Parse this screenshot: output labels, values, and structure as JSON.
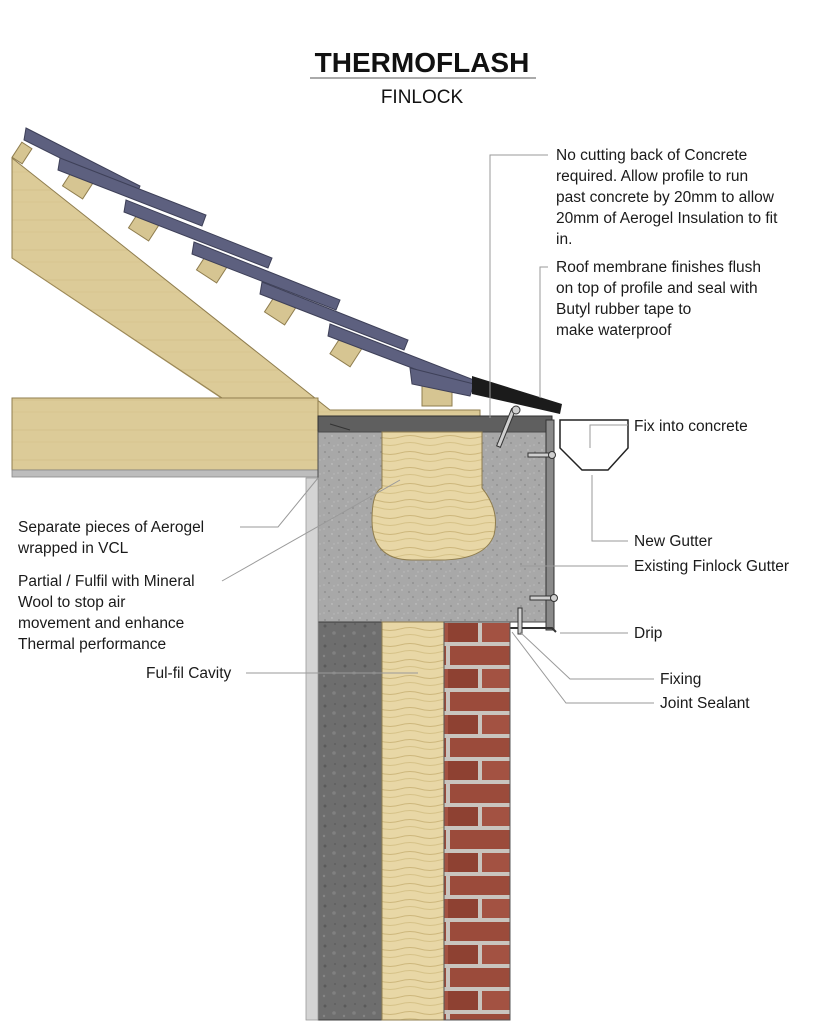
{
  "title": "THERMOFLASH",
  "subtitle": "FINLOCK",
  "notes": {
    "concrete_note": [
      "No cutting back of Concrete",
      "required. Allow profile to run",
      "past concrete by 20mm to allow",
      "20mm of Aerogel Insulation to fit",
      "in."
    ],
    "membrane_note": [
      "Roof membrane finishes flush",
      "on top of profile and seal with",
      "Butyl rubber tape to",
      "make waterproof"
    ],
    "fix_concrete": "Fix into concrete",
    "new_gutter": "New Gutter",
    "existing_gutter": "Existing Finlock Gutter",
    "drip": "Drip",
    "fixing": "Fixing",
    "joint_sealant": "Joint Sealant",
    "aerogel_note": [
      "Separate pieces of Aerogel",
      "wrapped in VCL"
    ],
    "mineral_note": [
      "Partial / Fulfil with Mineral",
      "Wool to stop air",
      "movement and enhance",
      "Thermal performance"
    ],
    "cavity_note": "Ful-fil Cavity"
  },
  "colors": {
    "timber": "#d9c896",
    "timber_dark": "#b9a670",
    "tile": "#5c5f7e",
    "concrete": "#a9a9a9",
    "insulation": "#e6d5a4",
    "brick": "#9a4a3a",
    "block": "#707070",
    "flashing": "#1b1b1b"
  }
}
